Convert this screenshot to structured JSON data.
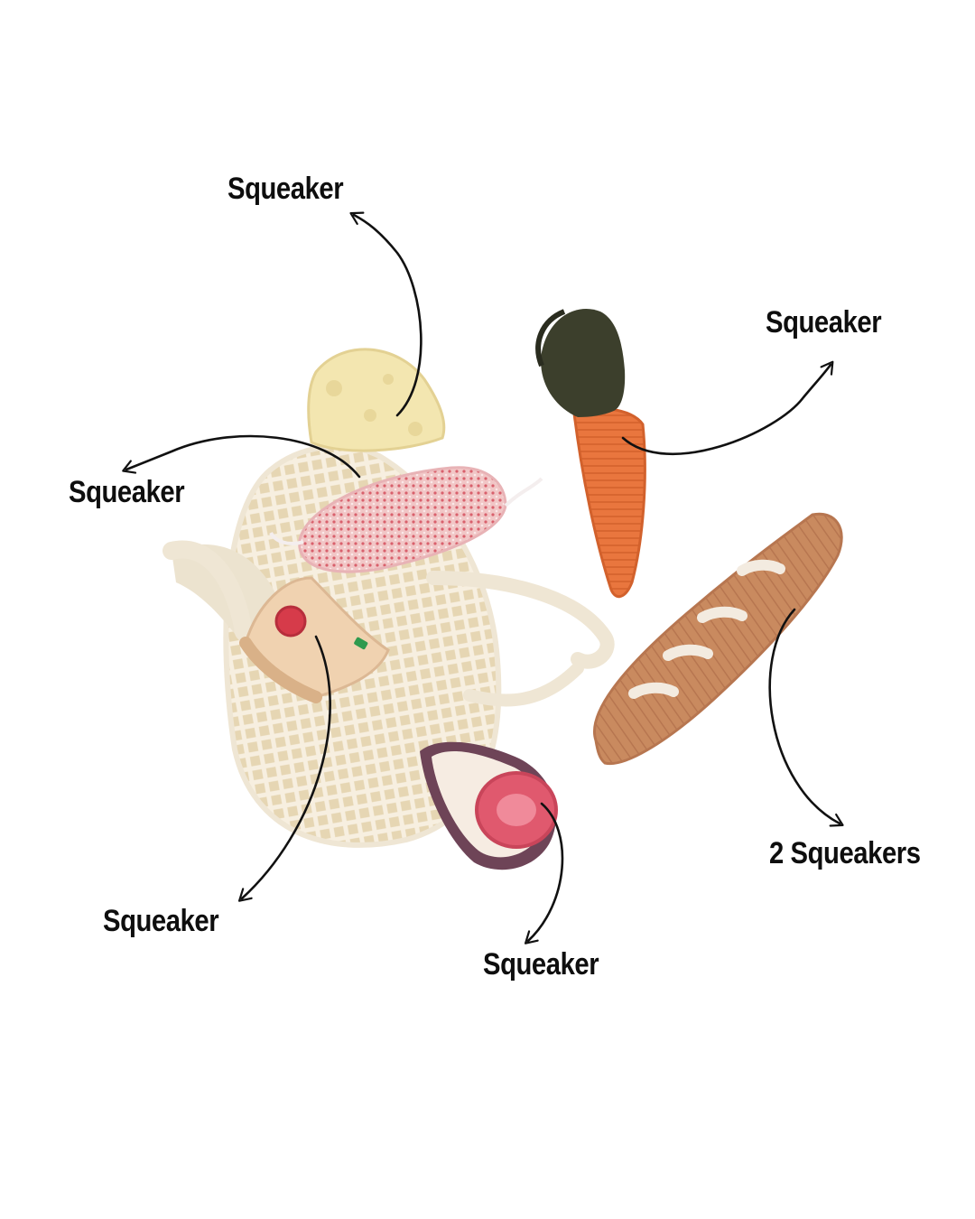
{
  "labels": {
    "cheese": "Squeaker",
    "carrot": "Squeaker",
    "salami": "Squeaker",
    "pizza": "Squeaker",
    "fig": "Squeaker",
    "baguette": "2 Squeakers"
  },
  "colors": {
    "background": "#ffffff",
    "text": "#0e0e0e",
    "arrow": "#111111",
    "net_bag": "#efe6d4",
    "cheese": "#f3e6b0",
    "salami": "#e7a8ad",
    "pizza": "#f0d2b0",
    "fig_skin": "#6e4457",
    "fig_flesh": "#e0596e",
    "carrot": "#e9763e",
    "carrot_top": "#3c3f2c",
    "baguette": "#c98a5f"
  },
  "icons": [
    "net-bag-illustration",
    "cheese-toy-illustration",
    "salami-toy-illustration",
    "pizza-slice-toy-illustration",
    "fig-toy-illustration",
    "carrot-toy-illustration",
    "baguette-toy-illustration",
    "curved-arrow-icon"
  ]
}
